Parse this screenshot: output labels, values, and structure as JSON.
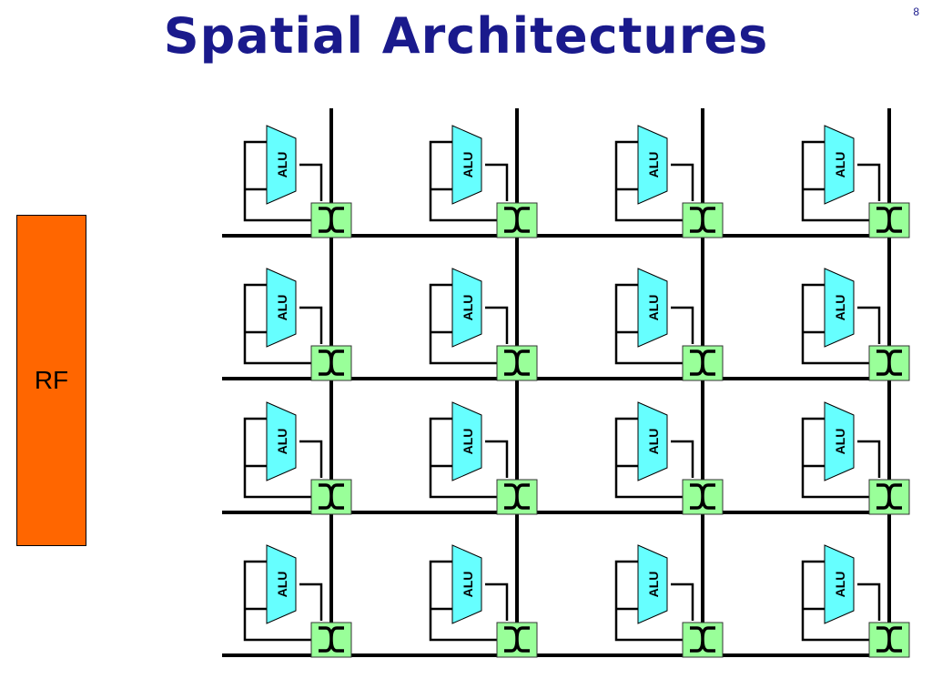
{
  "slide": {
    "title": "Spatial Architectures",
    "page_number": "8"
  },
  "register_file": {
    "label": "RF",
    "color": "#ff6600"
  },
  "alu_array": {
    "rows": 4,
    "columns": 4,
    "alu_label": "ALU",
    "alu_color": "#66ffff",
    "switch_color": "#99ff99",
    "switch_glyph": "crossbar-switch-icon",
    "wire_color": "#000000"
  }
}
